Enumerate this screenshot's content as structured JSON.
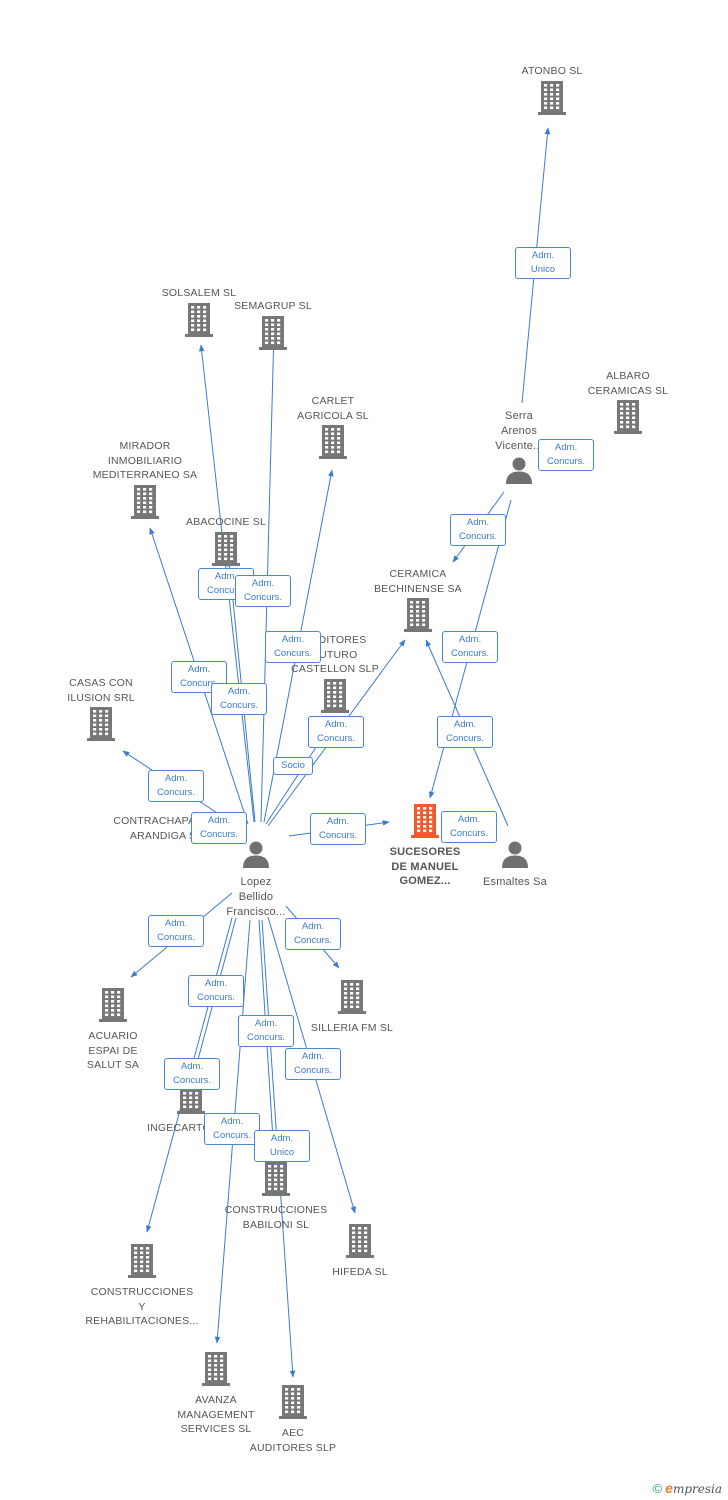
{
  "colors": {
    "edge": "#3c7bcf",
    "building": "#777777",
    "building_main": "#f05a2a",
    "person": "#707070",
    "label": "#555555"
  },
  "nodes": [
    {
      "id": "atonbo",
      "type": "company",
      "label": [
        "ATONBO SL"
      ]
    },
    {
      "id": "solsalem",
      "type": "company",
      "label": [
        "SOLSALEM SL"
      ]
    },
    {
      "id": "semagrup",
      "type": "company",
      "label": [
        "SEMAGRUP SL"
      ]
    },
    {
      "id": "carlet",
      "type": "company",
      "label": [
        "CARLET",
        "AGRICOLA SL"
      ]
    },
    {
      "id": "albaro",
      "type": "company",
      "label": [
        "ALBARO",
        "CERAMICAS SL"
      ]
    },
    {
      "id": "serra",
      "type": "person",
      "label": [
        "Serra",
        "Arenos",
        "Vicente..."
      ]
    },
    {
      "id": "mirador",
      "type": "company",
      "label": [
        "MIRADOR",
        "INMOBILIARIO",
        "MEDITERRANEO SA"
      ]
    },
    {
      "id": "abacocine",
      "type": "company",
      "label": [
        "ABACOCINE SL"
      ]
    },
    {
      "id": "ceramica",
      "type": "company",
      "label": [
        "CERAMICA",
        "BECHINENSE SA"
      ]
    },
    {
      "id": "auditores",
      "type": "company",
      "label": [
        "AUDITORES",
        "FUTURO",
        "CASTELLON SLP"
      ]
    },
    {
      "id": "casas",
      "type": "company",
      "label": [
        "CASAS CON",
        "ILUSION SRL"
      ]
    },
    {
      "id": "contrachapados",
      "type": "company",
      "label": [
        "CONTRACHAPADOS",
        "ARANDIGA SL"
      ]
    },
    {
      "id": "sucesores",
      "type": "main",
      "label": [
        "SUCESORES",
        "DE MANUEL",
        "GOMEZ..."
      ]
    },
    {
      "id": "esmaltes",
      "type": "person",
      "label": [
        "Esmaltes Sa"
      ]
    },
    {
      "id": "lopez",
      "type": "person",
      "label": [
        "Lopez",
        "Bellido",
        "Francisco..."
      ]
    },
    {
      "id": "acuario",
      "type": "company",
      "label": [
        "ACUARIO",
        "ESPAI DE",
        "SALUT SA"
      ]
    },
    {
      "id": "silleria",
      "type": "company",
      "label": [
        "SILLERIA FM SL"
      ]
    },
    {
      "id": "ingecarto",
      "type": "company",
      "label": [
        "INGECARTON SL"
      ]
    },
    {
      "id": "construccionesbab",
      "type": "company",
      "label": [
        "CONSTRUCCIONES",
        "BABILONI SL"
      ]
    },
    {
      "id": "hifeda",
      "type": "company",
      "label": [
        "HIFEDA SL"
      ]
    },
    {
      "id": "construccionesreh",
      "type": "company",
      "label": [
        "CONSTRUCCIONES",
        "Y",
        "REHABILITACIONES..."
      ]
    },
    {
      "id": "avanza",
      "type": "company",
      "label": [
        "AVANZA",
        "MANAGEMENT",
        "SERVICES SL"
      ]
    },
    {
      "id": "aec",
      "type": "company",
      "label": [
        "AEC",
        "AUDITORES  SLP"
      ]
    }
  ],
  "badges": [
    {
      "id": "b-atonbo",
      "lines": [
        "Adm.",
        "Unico"
      ]
    },
    {
      "id": "b-serra-suc",
      "lines": [
        "Adm.",
        "Concurs."
      ]
    },
    {
      "id": "b-serra-cer",
      "lines": [
        "Adm.",
        "Concurs."
      ]
    },
    {
      "id": "b-abacocine",
      "lines": [
        "Adm.",
        "Concurs."
      ]
    },
    {
      "id": "b-solsalem",
      "lines": [
        "Adm.",
        "Concurs."
      ]
    },
    {
      "id": "b-carlet",
      "lines": [
        "Adm.",
        "Concurs."
      ]
    },
    {
      "id": "b-mirador",
      "lines": [
        "Adm.",
        "Concurs."
      ]
    },
    {
      "id": "b-semagrup",
      "lines": [
        "Adm.",
        "Concurs."
      ]
    },
    {
      "id": "b-serra-suc2",
      "lines": [
        "Adm.",
        "Concurs."
      ]
    },
    {
      "id": "b-auditores",
      "lines": [
        "Adm.",
        "Concurs."
      ]
    },
    {
      "id": "b-esmaltes-cer",
      "lines": [
        "Adm.",
        "Concurs."
      ]
    },
    {
      "id": "b-socio",
      "lines": [
        "Socio"
      ]
    },
    {
      "id": "b-casas",
      "lines": [
        "Adm.",
        "Concurs."
      ]
    },
    {
      "id": "b-contrachapados",
      "lines": [
        "Adm.",
        "Concurs."
      ]
    },
    {
      "id": "b-sucesores",
      "lines": [
        "Adm.",
        "Concurs."
      ]
    },
    {
      "id": "b-esmaltes-suc",
      "lines": [
        "Adm.",
        "Concurs."
      ]
    },
    {
      "id": "b-acuario",
      "lines": [
        "Adm.",
        "Concurs."
      ]
    },
    {
      "id": "b-silleria",
      "lines": [
        "Adm.",
        "Concurs."
      ]
    },
    {
      "id": "b-ingecarto",
      "lines": [
        "Adm.",
        "Concurs."
      ]
    },
    {
      "id": "b-construccionesbab",
      "lines": [
        "Adm.",
        "Concurs."
      ]
    },
    {
      "id": "b-hifeda",
      "lines": [
        "Adm.",
        "Concurs."
      ]
    },
    {
      "id": "b-construccionesreh",
      "lines": [
        "Adm.",
        "Concurs."
      ]
    },
    {
      "id": "b-avanza",
      "lines": [
        "Adm.",
        "Concurs."
      ]
    },
    {
      "id": "b-aec",
      "lines": [
        "Adm.",
        "Unico"
      ]
    }
  ],
  "footer": {
    "copyright": "©",
    "brand_e": "e",
    "brand_rest": "mpresia"
  }
}
